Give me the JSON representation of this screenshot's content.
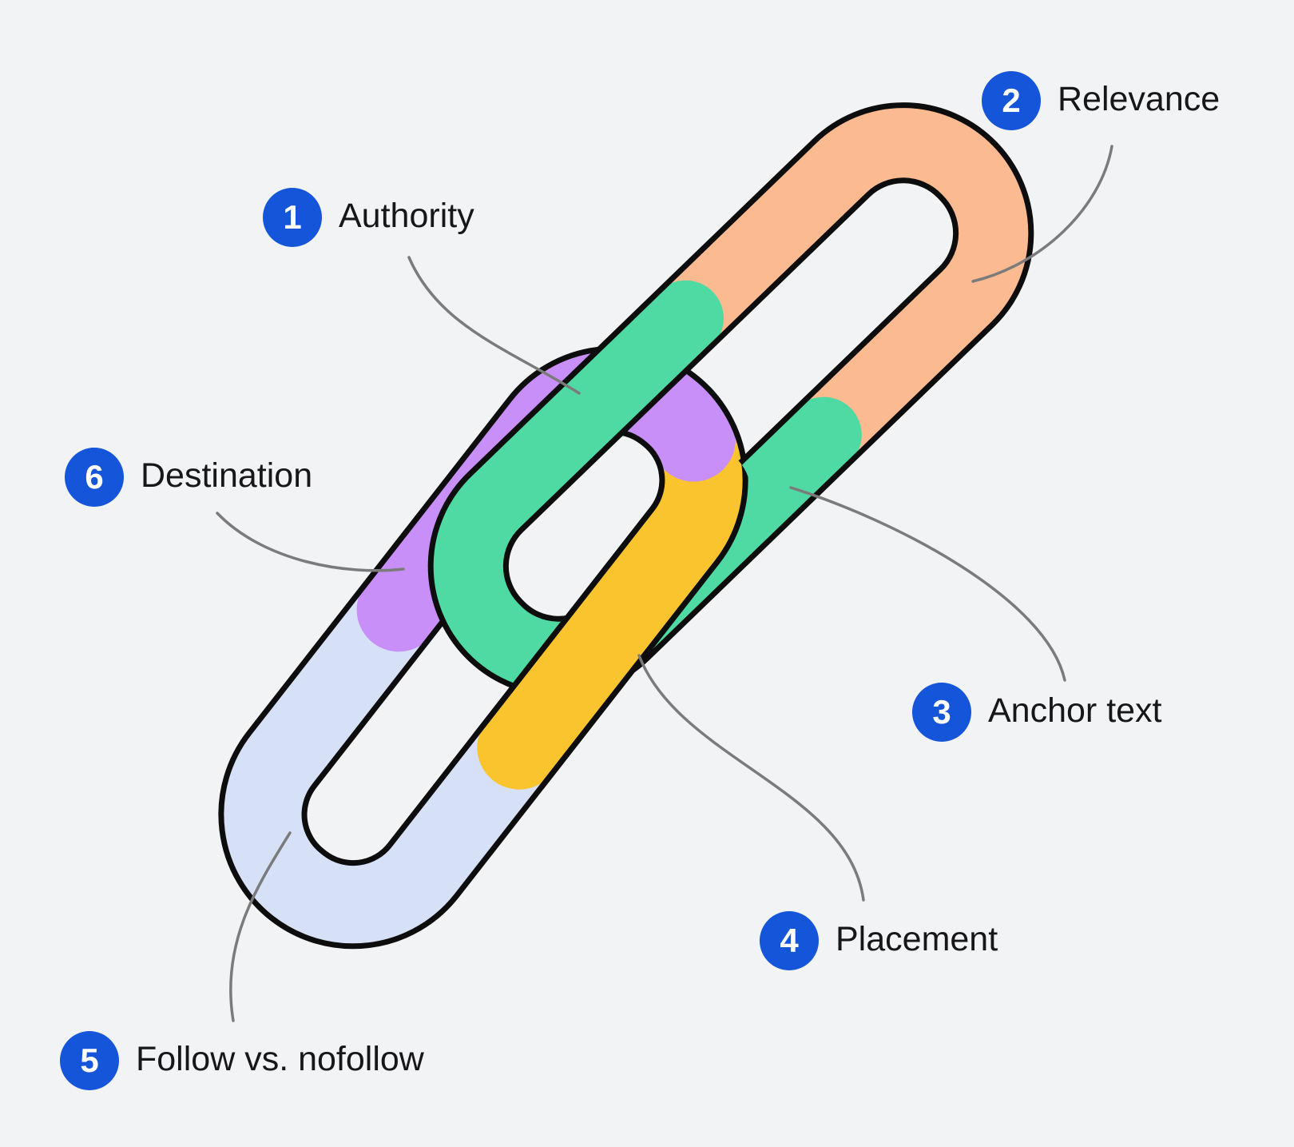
{
  "diagram": {
    "colors": {
      "background": "#f2f3f5",
      "outline": "#0d0d0d",
      "connector": "#7b7b7b",
      "badge": "#1455d9",
      "badge_number": "#ffffff",
      "text": "#17171a",
      "green": "#4fd9a3",
      "orange": "#fbba90",
      "purple": "#c88ff8",
      "yellow": "#fac42e",
      "blue": "#d6e0f7"
    },
    "labels": [
      {
        "number": "1",
        "text": "Authority"
      },
      {
        "number": "2",
        "text": "Relevance"
      },
      {
        "number": "3",
        "text": "Anchor text"
      },
      {
        "number": "4",
        "text": "Placement"
      },
      {
        "number": "5",
        "text": "Follow vs. nofollow"
      },
      {
        "number": "6",
        "text": "Destination"
      }
    ],
    "chain": {
      "links": [
        {
          "name": "top-right-link",
          "segments": [
            "relevance",
            "authority",
            "anchor-text"
          ]
        },
        {
          "name": "bottom-left-link",
          "segments": [
            "destination",
            "placement",
            "follow-vs-nofollow"
          ]
        }
      ],
      "segment_colors": {
        "authority": "#4fd9a3",
        "relevance": "#fbba90",
        "anchor_text": "#4fd9a3",
        "placement": "#fac42e",
        "follow_vs_nofollow": "#d6e0f7",
        "destination": "#c88ff8"
      }
    }
  }
}
